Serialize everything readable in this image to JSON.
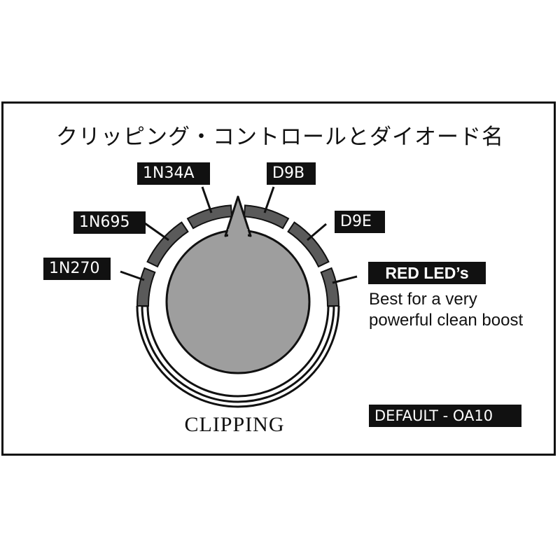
{
  "title": "クリッピング・コントロールとダイオード名",
  "positions": [
    {
      "label": "1N270"
    },
    {
      "label": "1N695"
    },
    {
      "label": "1N34A"
    },
    {
      "label": "D9B"
    },
    {
      "label": "D9E"
    },
    {
      "label": "RED LED’s"
    }
  ],
  "red_led_description": [
    "Best for a  very",
    "powerful clean boost"
  ],
  "knob_label": "CLIPPING",
  "default_label": "DEFAULT - OA10",
  "colors": {
    "frame": "#111111",
    "knob": "#9e9e9e",
    "segment": "#5a5a5a",
    "tag_bg": "#111111",
    "tag_text": "#ffffff"
  }
}
